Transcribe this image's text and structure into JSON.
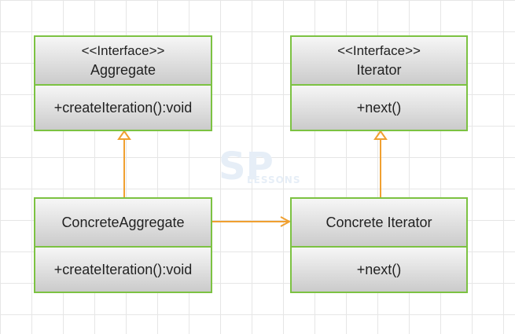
{
  "watermark": {
    "text": "SPLESSONS"
  },
  "boxes": {
    "aggregate": {
      "stereotype": "<<Interface>>",
      "name": "Aggregate",
      "method": "+createIteration():void"
    },
    "iterator": {
      "stereotype": "<<Interface>>",
      "name": "Iterator",
      "method": "+next()"
    },
    "concrete_aggregate": {
      "name": "ConcreteAggregate",
      "method": "+createIteration():void"
    },
    "concrete_iterator": {
      "name": "Concrete Iterator",
      "method": "+next()"
    }
  },
  "connectors": [
    {
      "from": "concrete_aggregate",
      "to": "aggregate",
      "kind": "realization"
    },
    {
      "from": "concrete_iterator",
      "to": "iterator",
      "kind": "realization"
    },
    {
      "from": "concrete_aggregate",
      "to": "concrete_iterator",
      "kind": "association"
    }
  ],
  "colors": {
    "border": "#7cc242",
    "connector": "#f0a030",
    "grid": "#e6e6e6"
  }
}
